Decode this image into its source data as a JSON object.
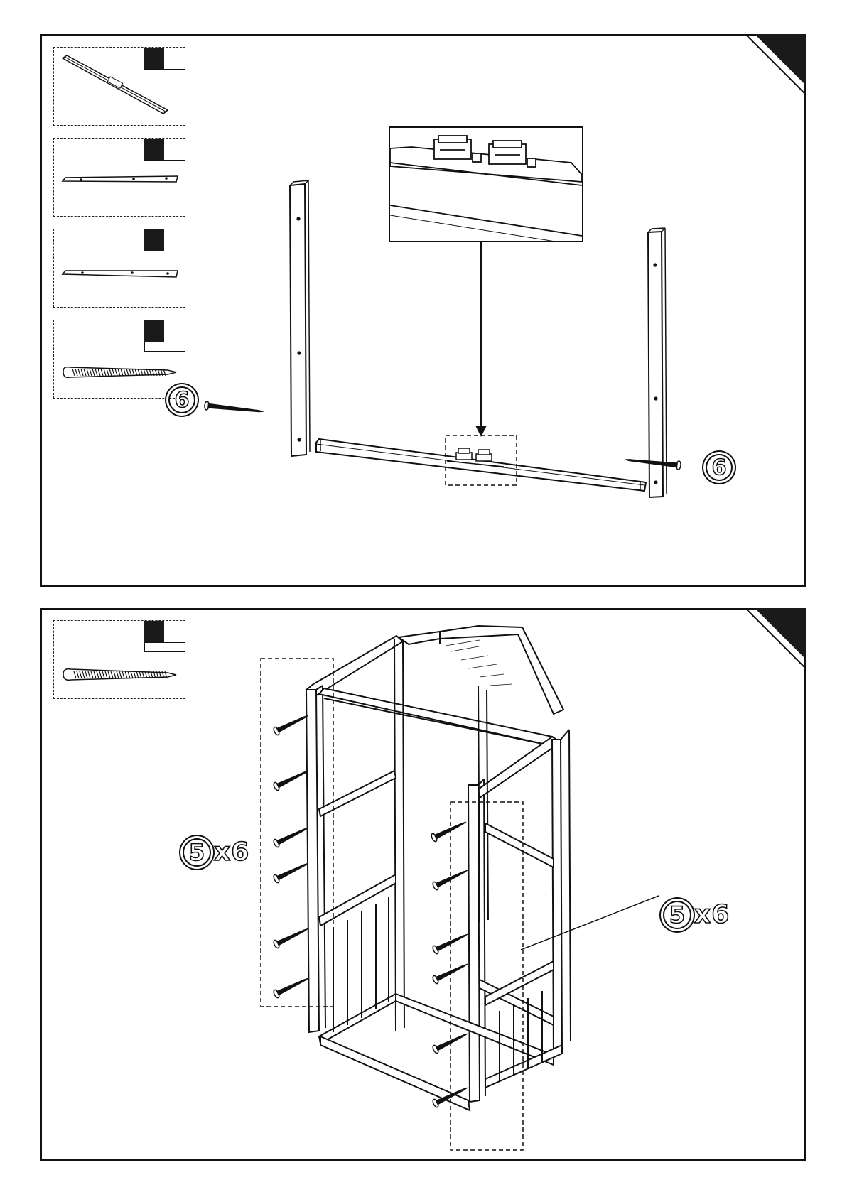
{
  "panel1": {
    "callout_left": {
      "number": "6"
    },
    "callout_right": {
      "number": "6"
    },
    "parts": [
      {
        "name": "long-beam-with-brackets"
      },
      {
        "name": "short-rail-a"
      },
      {
        "name": "short-rail-b"
      },
      {
        "name": "long-screw"
      }
    ]
  },
  "panel2": {
    "callout_left": {
      "number": "5",
      "multiplier": "x6"
    },
    "callout_right": {
      "number": "5",
      "multiplier": "x6"
    },
    "parts": [
      {
        "name": "long-screw"
      }
    ]
  },
  "colors": {
    "ink": "#111111",
    "paper": "#ffffff"
  }
}
